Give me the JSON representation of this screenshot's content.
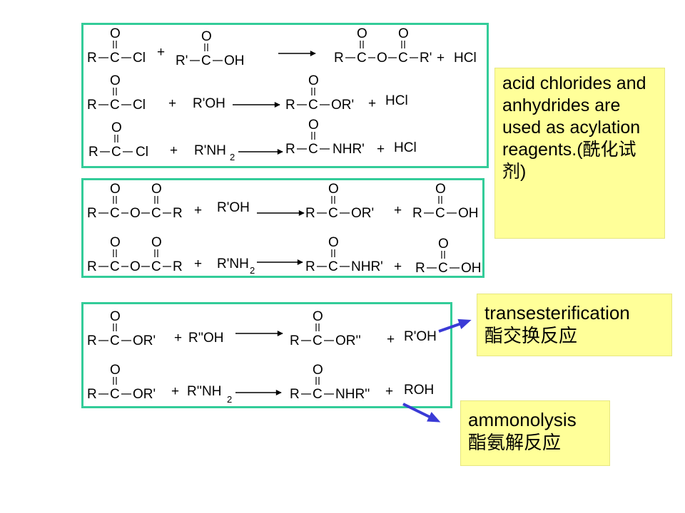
{
  "symbols": {
    "R": "R",
    "C": "C",
    "O": "O",
    "Cl": "Cl",
    "OH": "OH",
    "plus": "+",
    "Rprime": "R'",
    "HCl": "HCl",
    "RprimeOH": "R'OH",
    "ORprime": "OR'",
    "RprimeNH": "R'NH",
    "sub2": "2",
    "NHRprime": "NHR'",
    "RdprimeOH": "R''OH",
    "ORdprime": "OR''",
    "RdprimeNH": "R''NH",
    "NHRdprime": "NHR''",
    "ROH": "ROH"
  },
  "notes": {
    "acylation": "acid chlorides and anhydrides are used as acylation reagents.(酰化试剂)",
    "transesterification": "transesterification",
    "transesterification_cn": "酯交换反应",
    "ammonolysis": "ammonolysis",
    "ammonolysis_cn": "酯氨解反应"
  },
  "colors": {
    "box_border": "#33cc99",
    "note_bg": "#ffff99",
    "note_border": "#e6e680",
    "pointer_arrow": "#3a3ad6"
  }
}
